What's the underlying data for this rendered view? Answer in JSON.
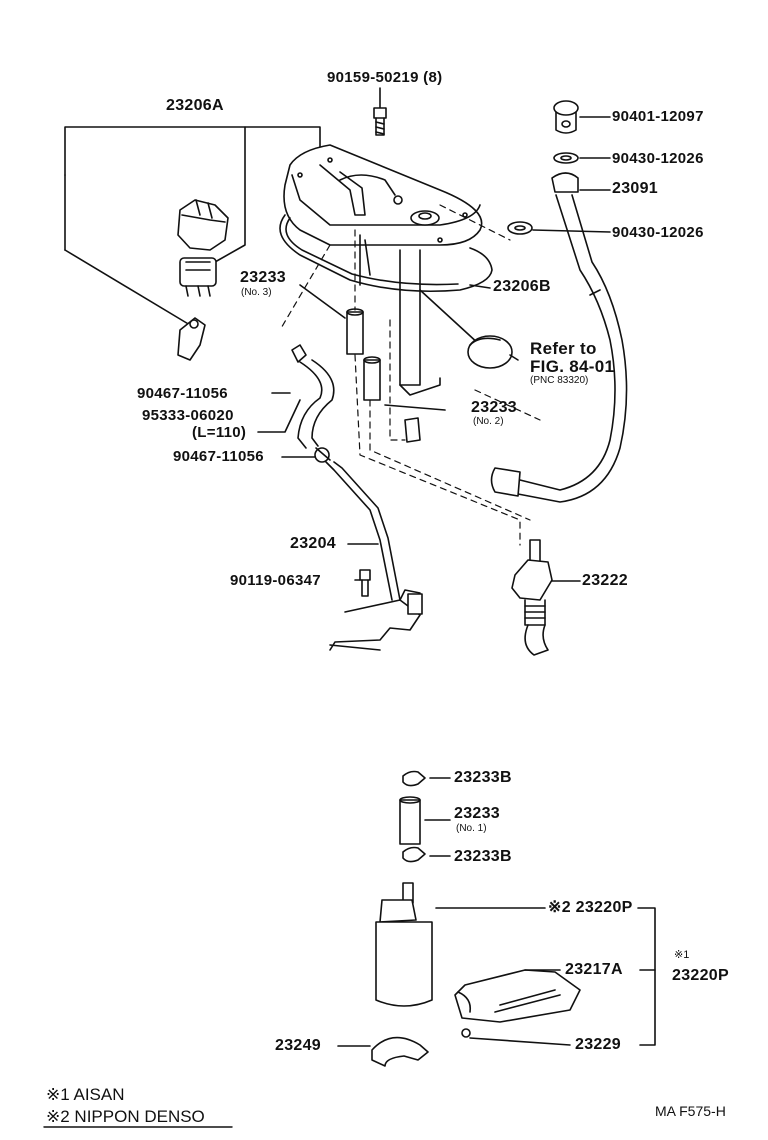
{
  "labels": {
    "p23206A": "23206A",
    "p90159": "90159-50219 (8)",
    "p90401": "90401-12097",
    "p90430a": "90430-12026",
    "p23091": "23091",
    "p90430b": "90430-12026",
    "p23206B": "23206B",
    "p23233_3": "23233",
    "no3": "(No. 3)",
    "refer1": "Refer to",
    "refer2": "FIG. 84-01",
    "pnc": "(PNC 83320)",
    "p90467a": "90467-11056",
    "p95333": "95333-06020",
    "l110": "(L=110)",
    "p23233_2": "23233",
    "no2": "(No. 2)",
    "p90467b": "90467-11056",
    "p23204": "23204",
    "p90119": "90119-06347",
    "p23222": "23222",
    "p23233B_a": "23233B",
    "p23233_1": "23233",
    "no1": "(No. 1)",
    "p23233B_b": "23233B",
    "p23220P_a": "※2 23220P",
    "mark1": "※1",
    "p23217A": "23217A",
    "p23220P_b": "23220P",
    "p23249": "23249",
    "p23229": "23229"
  },
  "legend": {
    "line1": "※1 AISAN",
    "line2": "※2 NIPPON DENSO"
  },
  "figure_code": "MA F575-H"
}
